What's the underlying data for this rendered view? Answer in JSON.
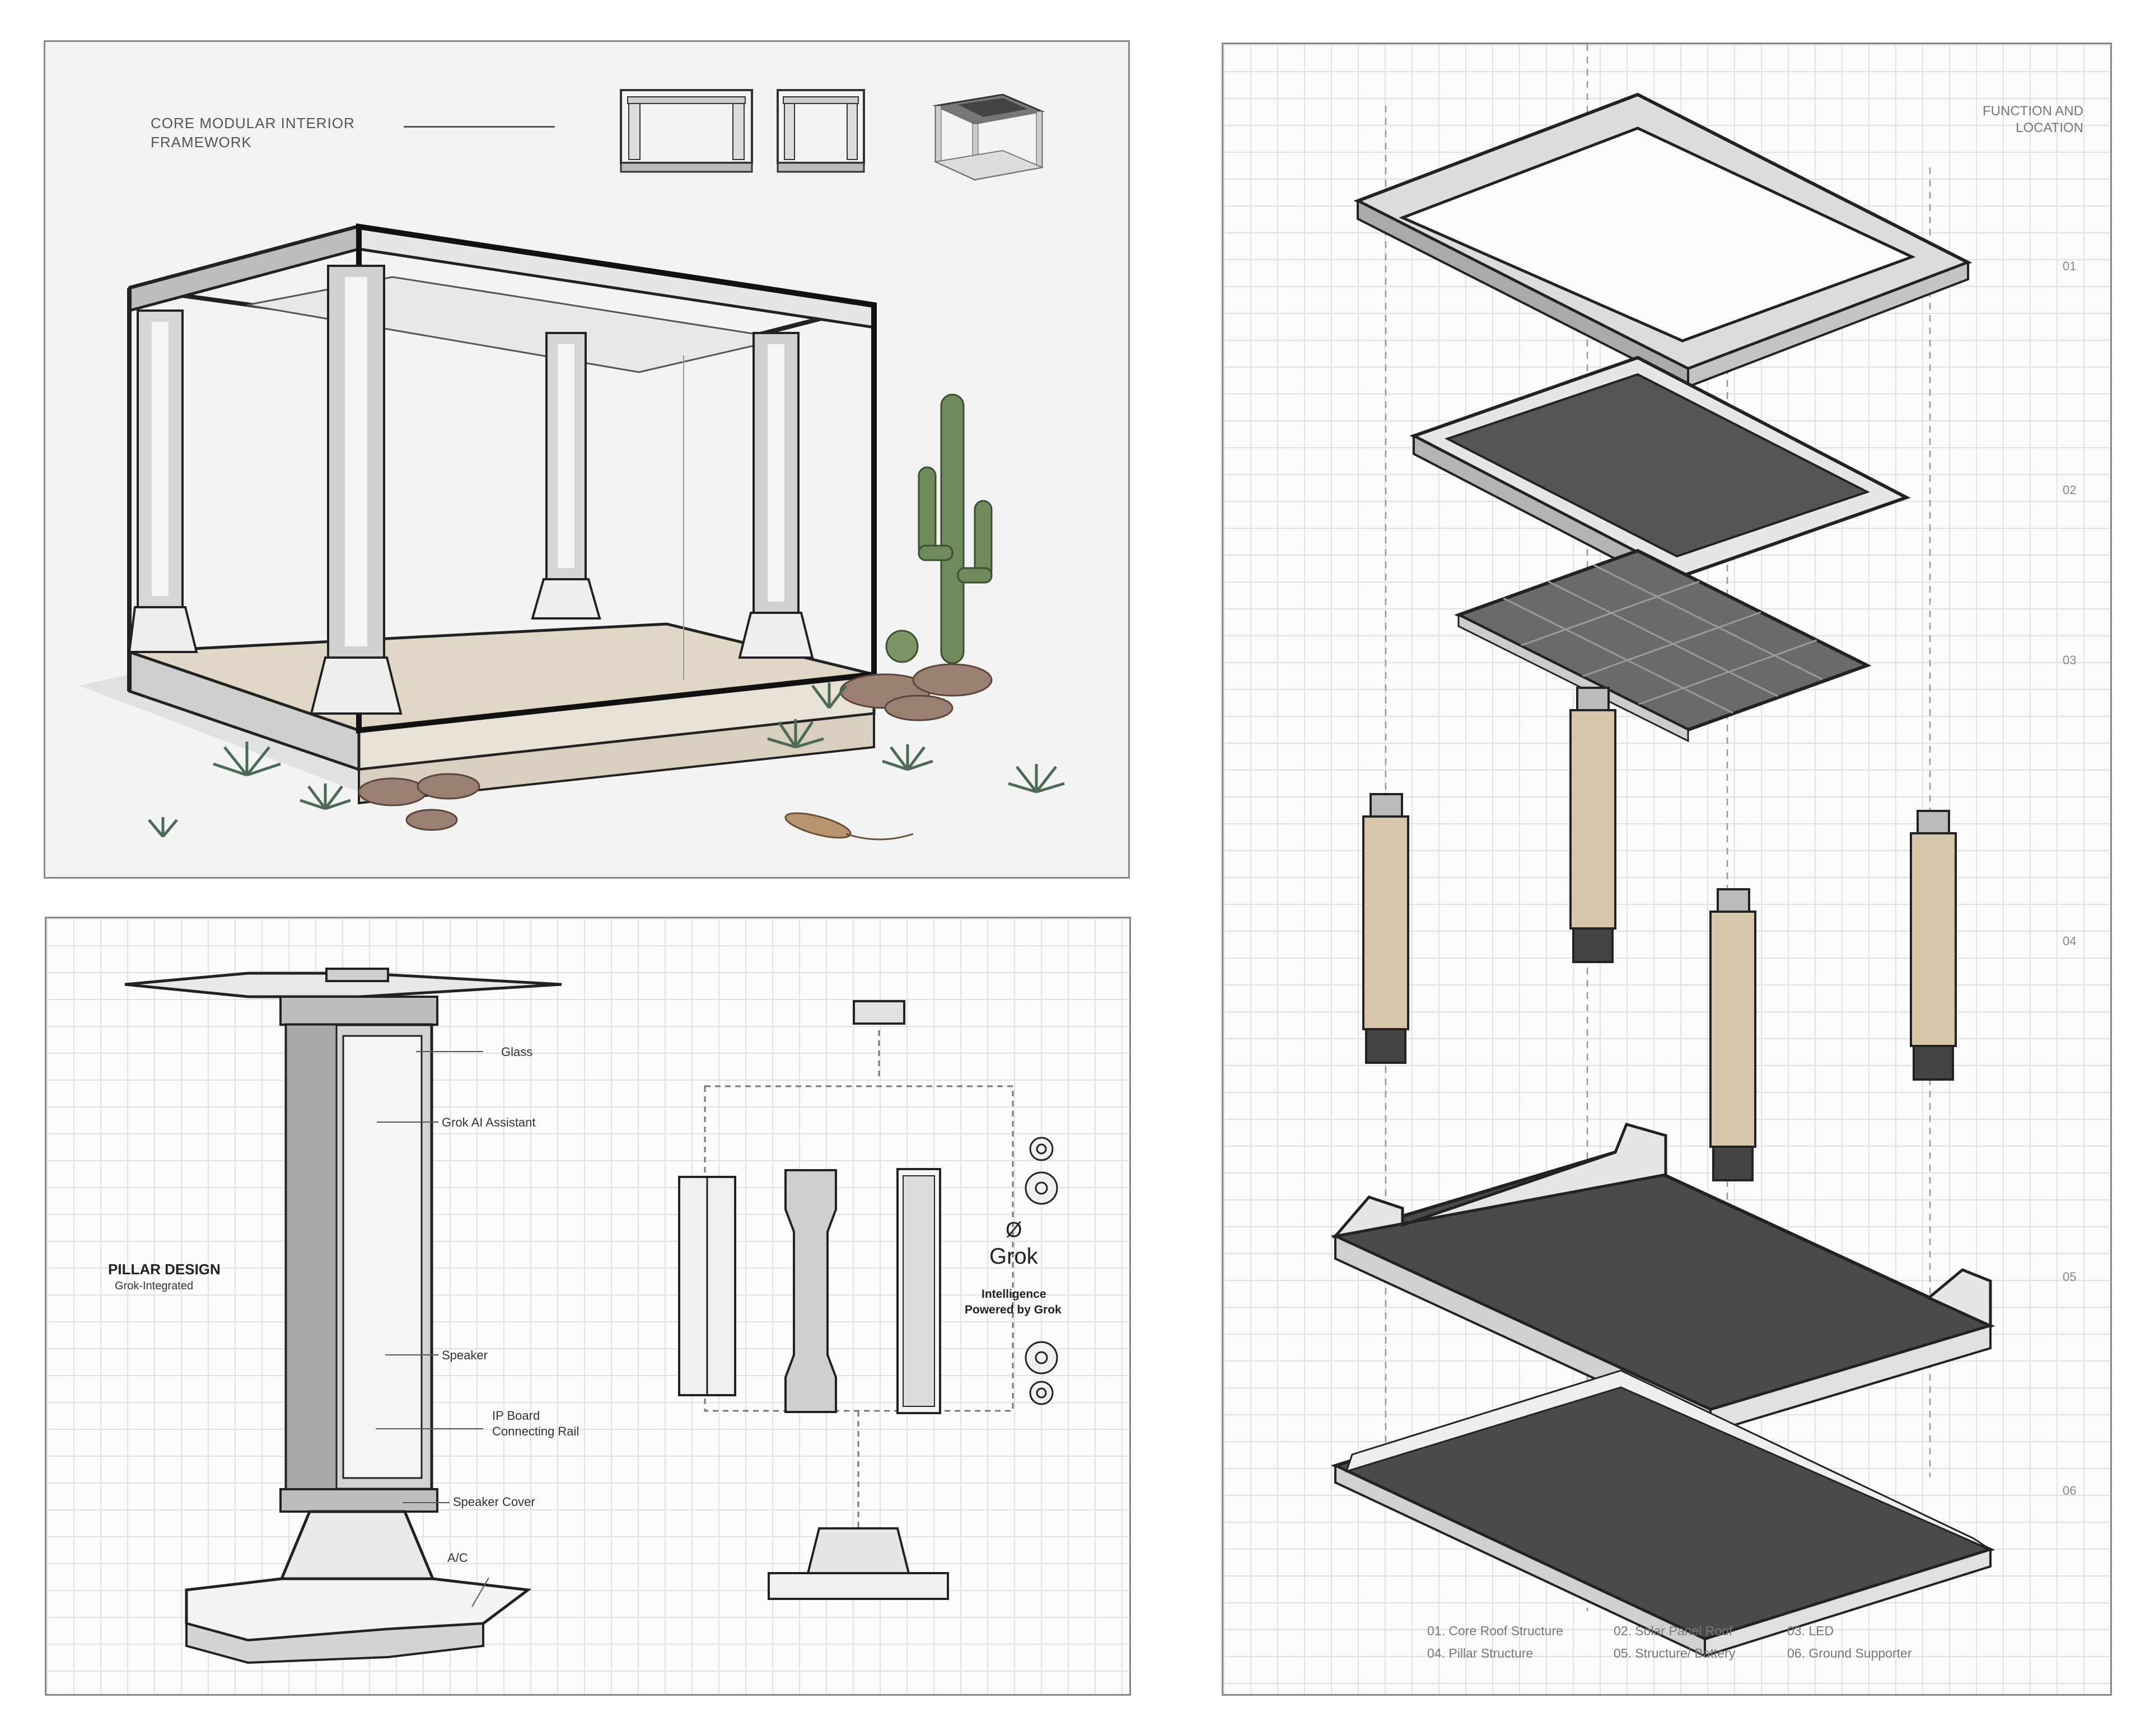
{
  "framework": {
    "title_line1": "CORE MODULAR INTERIOR",
    "title_line2": "FRAMEWORK"
  },
  "pillar": {
    "title": "PILLAR DESIGN",
    "subtitle": "Grok-Integrated",
    "callouts": {
      "glass": "Glass",
      "assistant": "Grok AI Assistant",
      "speaker": "Speaker",
      "ip_board_line1": "IP Board",
      "ip_board_line2": "Connecting Rail",
      "speaker_cover": "Speaker Cover",
      "ac": "A/C"
    },
    "brand": {
      "symbol": "Ø",
      "name": "Grok",
      "tagline_line1": "Intelligence",
      "tagline_line2": "Powered by Grok"
    }
  },
  "exploded": {
    "heading_line1": "FUNCTION AND",
    "heading_line2": "LOCATION",
    "layer_numbers": [
      "01",
      "02",
      "03",
      "04",
      "05",
      "06"
    ],
    "legend": [
      "01. Core Roof Structure",
      "02. Solar Panel Roof",
      "03. LED",
      "04. Pillar Structure",
      "05. Structure/ Battery",
      "06. Ground Supporter"
    ]
  },
  "colors": {
    "line": "#2a2a2a",
    "metal": "#d9d9d9",
    "wood": "#d6c7aa",
    "glass_dark": "#5a5a5a",
    "concrete": "#4a4a4a",
    "cactus": "#6f8a5c",
    "rock": "#9a7f72"
  }
}
